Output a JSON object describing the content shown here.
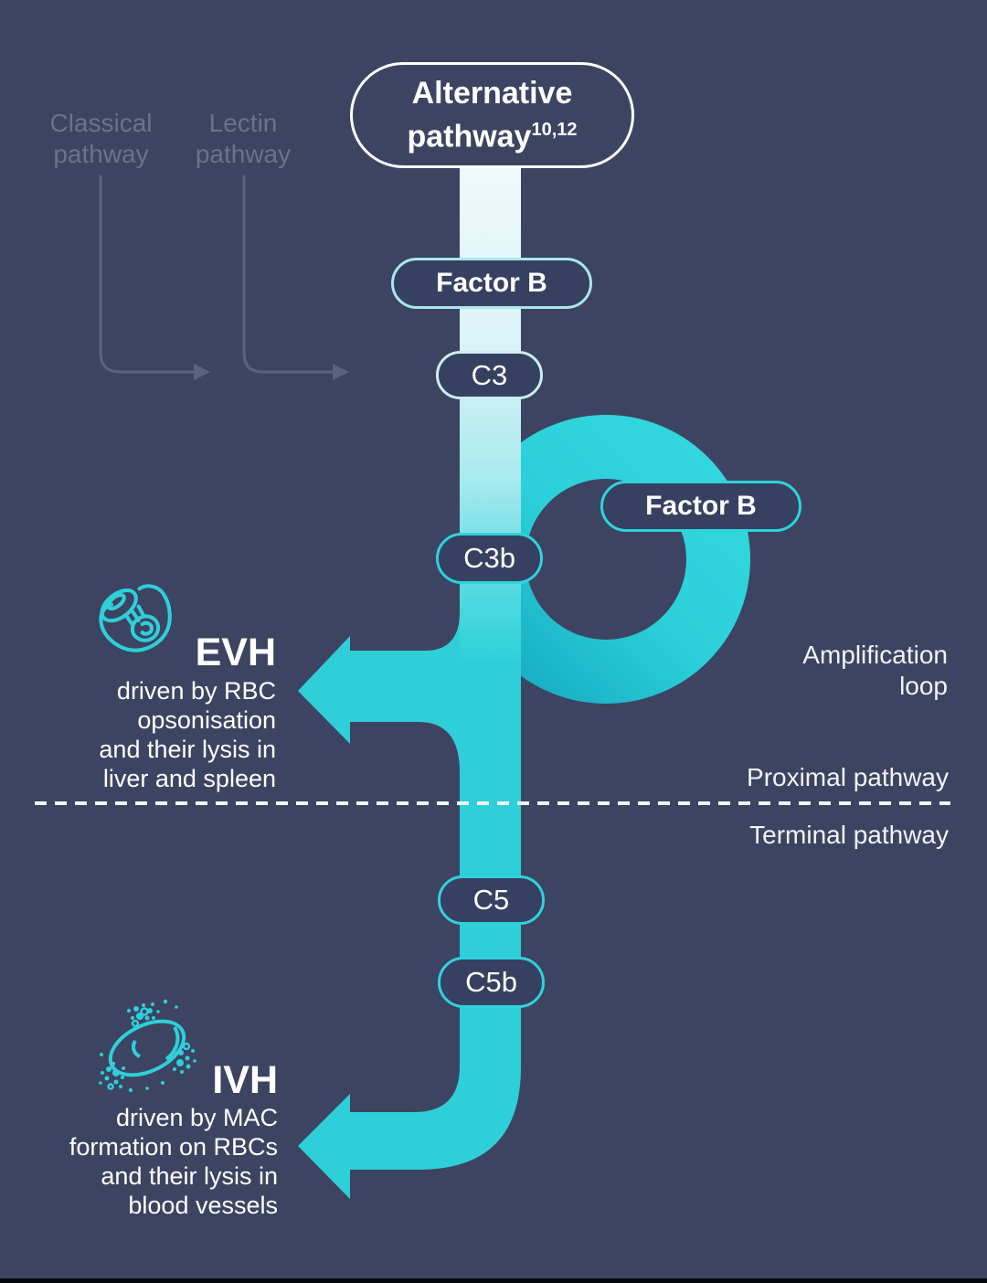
{
  "colors": {
    "background": "#3C4461",
    "teal": "#2ECFD9",
    "teal_dark": "#14A6BE",
    "band_top": "#F0FAFC",
    "pill_fill": "#364060",
    "pill_border_light": "#A9E6EE",
    "white": "#FFFFFF",
    "faded_text": "#6B7289",
    "faded_line": "#5A6280"
  },
  "nodes": {
    "alternative": {
      "line1": "Alternative",
      "line2": "pathway",
      "sup": "10,12"
    },
    "classical": {
      "label": "Classical\npathway"
    },
    "lectin": {
      "label": "Lectin\npathway"
    },
    "factor_b_top": {
      "label": "Factor B"
    },
    "c3": {
      "label": "C3"
    },
    "factor_b_loop": {
      "label": "Factor B"
    },
    "c3b": {
      "label": "C3b"
    },
    "c5": {
      "label": "C5"
    },
    "c5b": {
      "label": "C5b"
    }
  },
  "annotations": {
    "amplification_loop": "Amplification\nloop",
    "proximal": "Proximal pathway",
    "terminal": "Terminal pathway"
  },
  "evh": {
    "heading": "EVH",
    "description": "driven by RBC\nopsonisation\nand their lysis in\nliver and spleen"
  },
  "ivh": {
    "heading": "IVH",
    "description": "driven by MAC\nformation on RBCs\nand their lysis in\nblood vessels"
  },
  "icons": {
    "evh": "phagocytosis-icon",
    "ivh": "mac-rbc-icon"
  }
}
